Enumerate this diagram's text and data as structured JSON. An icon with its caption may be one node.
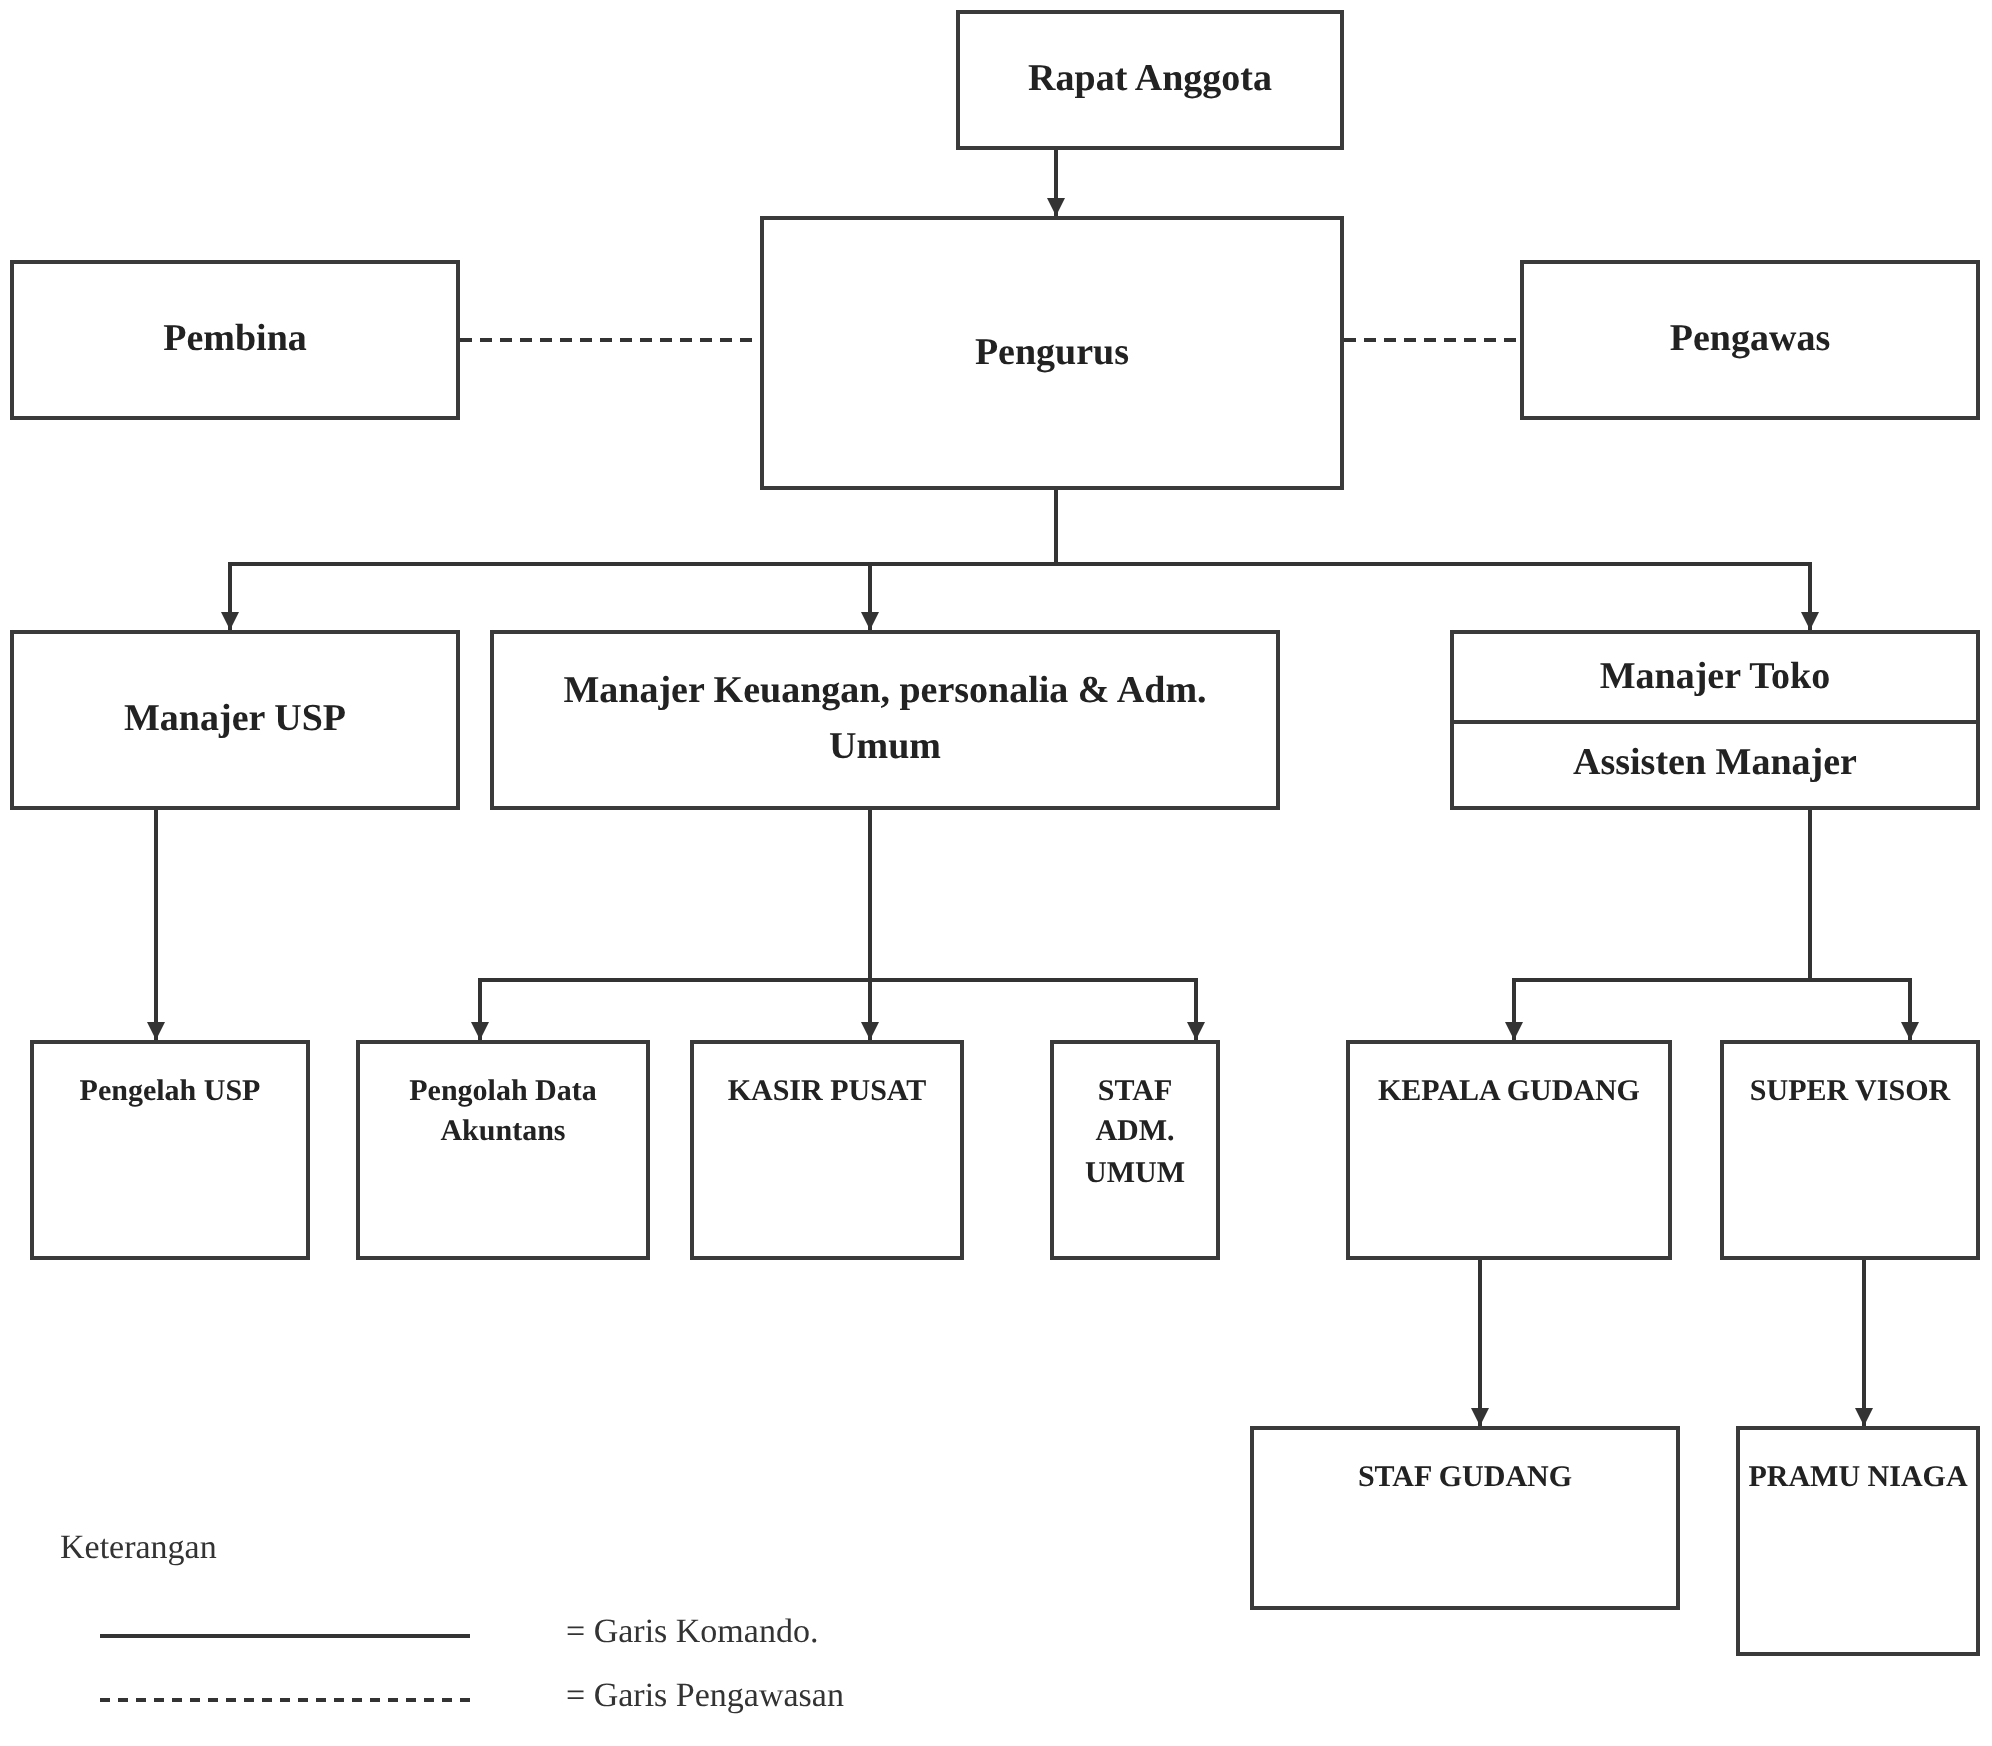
{
  "diagram": {
    "nodes": [
      {
        "text": [
          "Rapat Anggota"
        ]
      },
      {
        "text": [
          "Pembina"
        ]
      },
      {
        "text": [
          "Pengurus"
        ]
      },
      {
        "text": [
          "Pengawas"
        ]
      },
      {
        "text": [
          "Manajer USP"
        ]
      },
      {
        "text": [
          "Manajer Keuangan, personalia & Adm. Umum"
        ]
      },
      {
        "text": [
          "Manajer Toko",
          "Assisten Manajer"
        ]
      },
      {
        "text": [
          "Pengelah USP"
        ]
      },
      {
        "text": [
          "Pengolah Data Akuntans"
        ]
      },
      {
        "text": [
          "KASIR PUSAT"
        ]
      },
      {
        "text": [
          "STAF ADM. UMUM"
        ]
      },
      {
        "text": [
          "KEPALA GUDANG"
        ]
      },
      {
        "text": [
          "SUPER VISOR"
        ]
      },
      {
        "text": [
          "STAF GUDANG"
        ]
      },
      {
        "text": [
          "PRAMU NIAGA"
        ]
      }
    ],
    "edges": [
      {
        "from": 0,
        "to": 2,
        "arrow": "to"
      },
      {
        "from": 1,
        "to": 2,
        "arrow": "none",
        "style": "dashed"
      },
      {
        "from": 2,
        "to": 3,
        "arrow": "none",
        "style": "dashed"
      },
      {
        "from": 2,
        "to": 4,
        "arrow": "to"
      },
      {
        "from": 2,
        "to": 5,
        "arrow": "to"
      },
      {
        "from": 2,
        "to": 6,
        "arrow": "to"
      },
      {
        "from": 4,
        "to": 7,
        "arrow": "to"
      },
      {
        "from": 5,
        "to": 8,
        "arrow": "to"
      },
      {
        "from": 5,
        "to": 9,
        "arrow": "to"
      },
      {
        "from": 5,
        "to": 10,
        "arrow": "to"
      },
      {
        "from": 6,
        "to": 11,
        "arrow": "to"
      },
      {
        "from": 6,
        "to": 12,
        "arrow": "to"
      },
      {
        "from": 11,
        "to": 13,
        "arrow": "to"
      },
      {
        "from": 12,
        "to": 14,
        "arrow": "to"
      }
    ],
    "labels": [
      "Keterangan"
    ],
    "legend": [
      {
        "text": "= Garis Komando."
      },
      {
        "text": "= Garis Pengawasan"
      }
    ]
  }
}
